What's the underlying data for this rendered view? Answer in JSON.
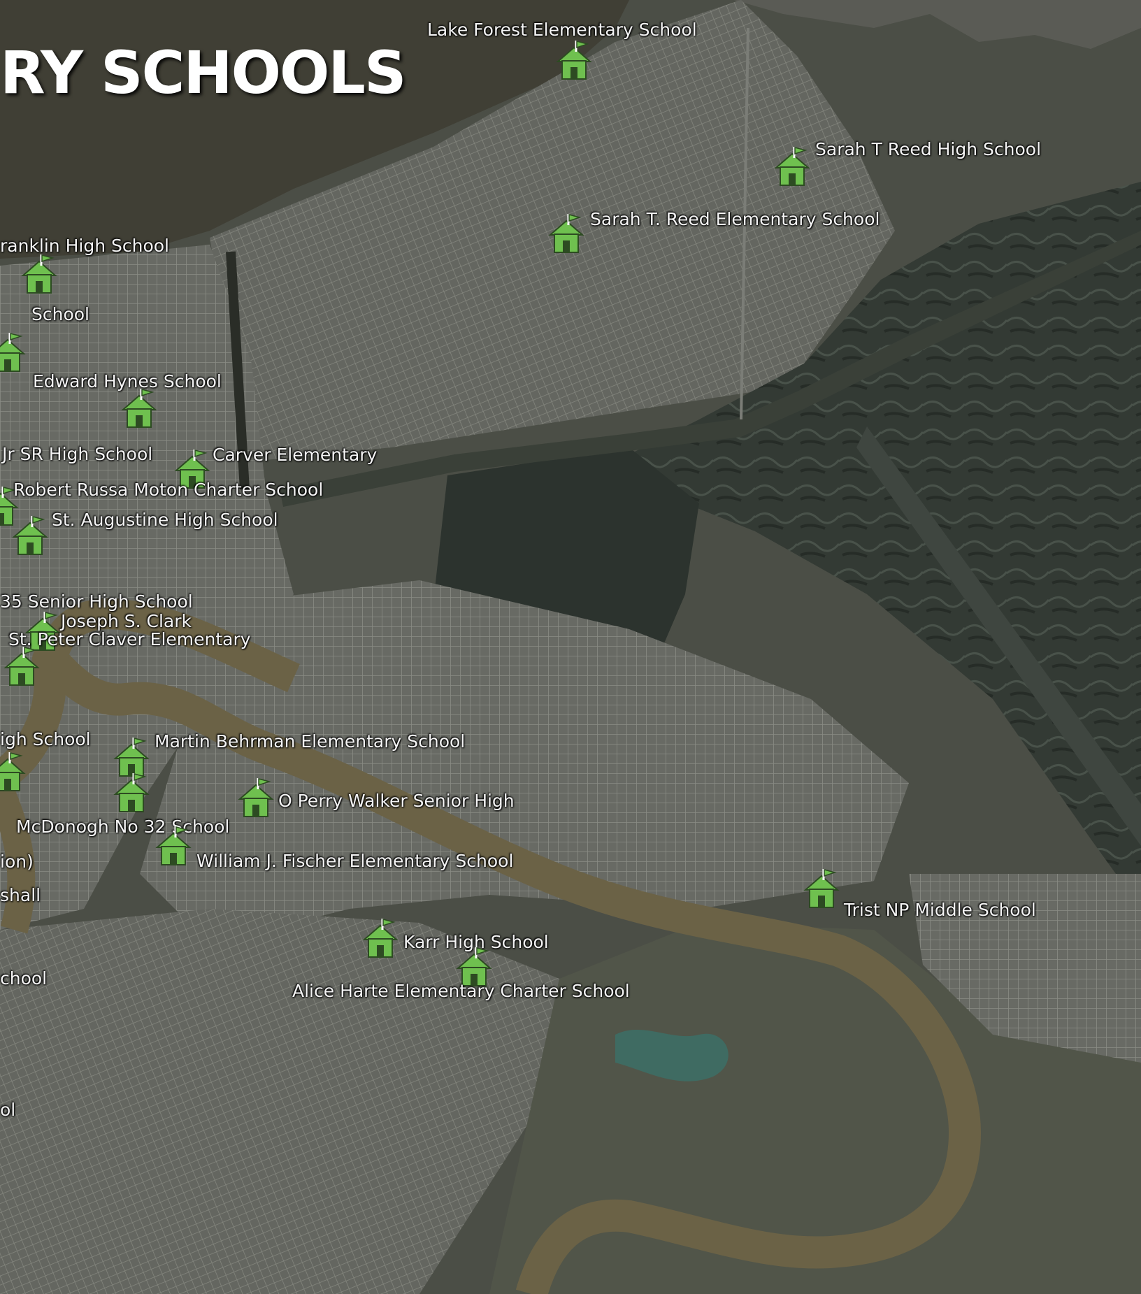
{
  "title": "RY SCHOOLS",
  "colors": {
    "water": "#5c5a44",
    "land": "#4a4d44",
    "urban": "#6d6f69",
    "marsh": "#2e3530",
    "marker": "#6fc04f"
  },
  "schools": [
    {
      "name": "Lake Forest Elementary School"
    },
    {
      "name": "Sarah T Reed High School"
    },
    {
      "name": "Sarah T. Reed Elementary School"
    },
    {
      "name": "ranklin High School"
    },
    {
      "name": "School"
    },
    {
      "name": "Edward Hynes School"
    },
    {
      "name": "Jr SR High School"
    },
    {
      "name": "Carver Elementary"
    },
    {
      "name": "Robert Russa Moton Charter School"
    },
    {
      "name": "St. Augustine High School"
    },
    {
      "name": "35 Senior High School"
    },
    {
      "name": "Joseph S. Clark"
    },
    {
      "name": "St. Peter Claver Elementary"
    },
    {
      "name": "igh School"
    },
    {
      "name": "Martin Behrman Elementary School"
    },
    {
      "name": "O Perry Walker Senior High"
    },
    {
      "name": "McDonogh No 32 School"
    },
    {
      "name": "ion)"
    },
    {
      "name": "William J. Fischer Elementary School"
    },
    {
      "name": "shall"
    },
    {
      "name": "Trist NP Middle School"
    },
    {
      "name": "Karr High School"
    },
    {
      "name": "Alice Harte Elementary Charter School"
    },
    {
      "name": "chool"
    },
    {
      "name": "ol"
    }
  ]
}
